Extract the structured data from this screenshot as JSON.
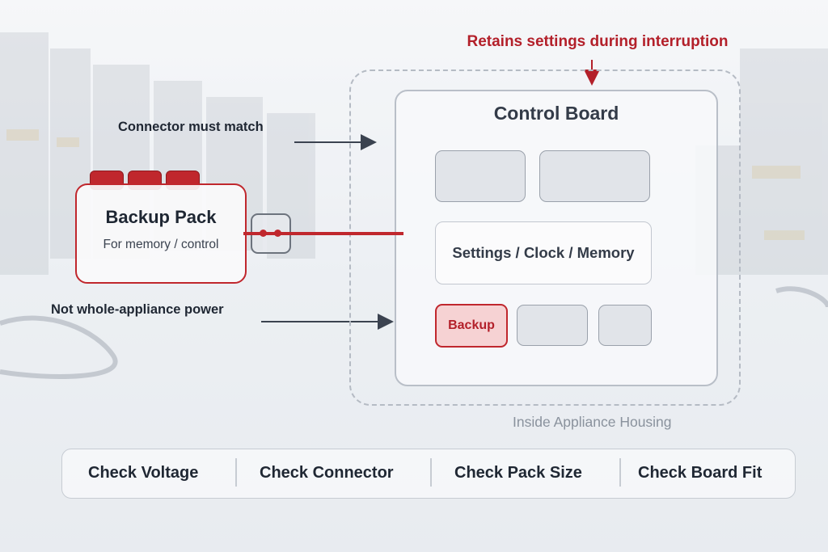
{
  "annotations": {
    "retains_settings": "Retains settings during interruption",
    "connector_match": "Connector must match",
    "not_whole_power": "Not whole-appliance power"
  },
  "housing": {
    "label": "Inside Appliance Housing"
  },
  "control_board": {
    "title": "Control Board",
    "settings_block": "Settings / Clock / Memory",
    "backup_chip": "Backup"
  },
  "backup_pack": {
    "title": "Backup Pack",
    "subtitle": "For memory / control"
  },
  "checks": [
    "Check Voltage",
    "Check Connector",
    "Check Pack Size",
    "Check Board Fit"
  ],
  "colors": {
    "accent_red": "#c0272d",
    "text_dark": "#1f2733",
    "text_muted": "#8a929d",
    "panel_border": "#b9bfc8"
  }
}
